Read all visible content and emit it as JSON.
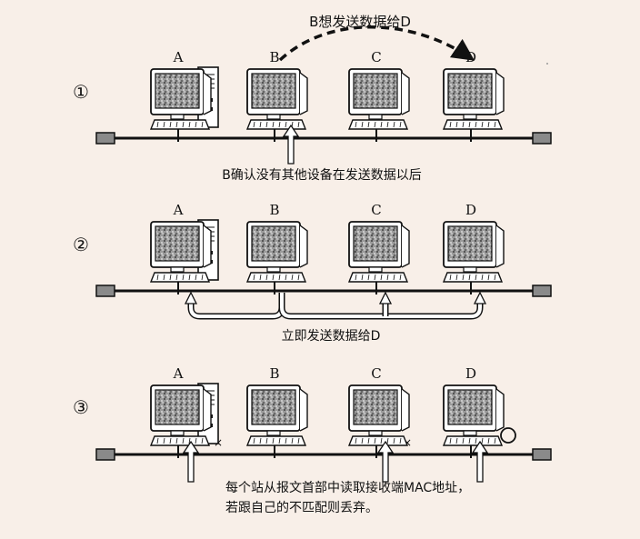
{
  "colors": {
    "background": "#f8efe8",
    "line": "#111111",
    "monitor_fill": "#8a8a8a"
  },
  "steps": [
    {
      "marker": "①",
      "computers": [
        {
          "label": "A",
          "tower": true
        },
        {
          "label": "B",
          "tower": false
        },
        {
          "label": "C",
          "tower": false
        },
        {
          "label": "D",
          "tower": false
        }
      ],
      "arrow_label": "B想发送数据给D",
      "caption": "B确认没有其他设备在发送数据以后"
    },
    {
      "marker": "②",
      "computers": [
        {
          "label": "A",
          "tower": true
        },
        {
          "label": "B",
          "tower": false
        },
        {
          "label": "C",
          "tower": false
        },
        {
          "label": "D",
          "tower": false
        }
      ],
      "caption": "立即发送数据给D"
    },
    {
      "marker": "③",
      "computers": [
        {
          "label": "A",
          "tower": true
        },
        {
          "label": "B",
          "tower": false
        },
        {
          "label": "C",
          "tower": false
        },
        {
          "label": "D",
          "tower": false
        }
      ],
      "reject_mark": "×",
      "caption_lines": [
        "每个站从报文首部中读取接收端MAC地址，",
        "若跟自己的不匹配则丢弃。"
      ]
    }
  ]
}
